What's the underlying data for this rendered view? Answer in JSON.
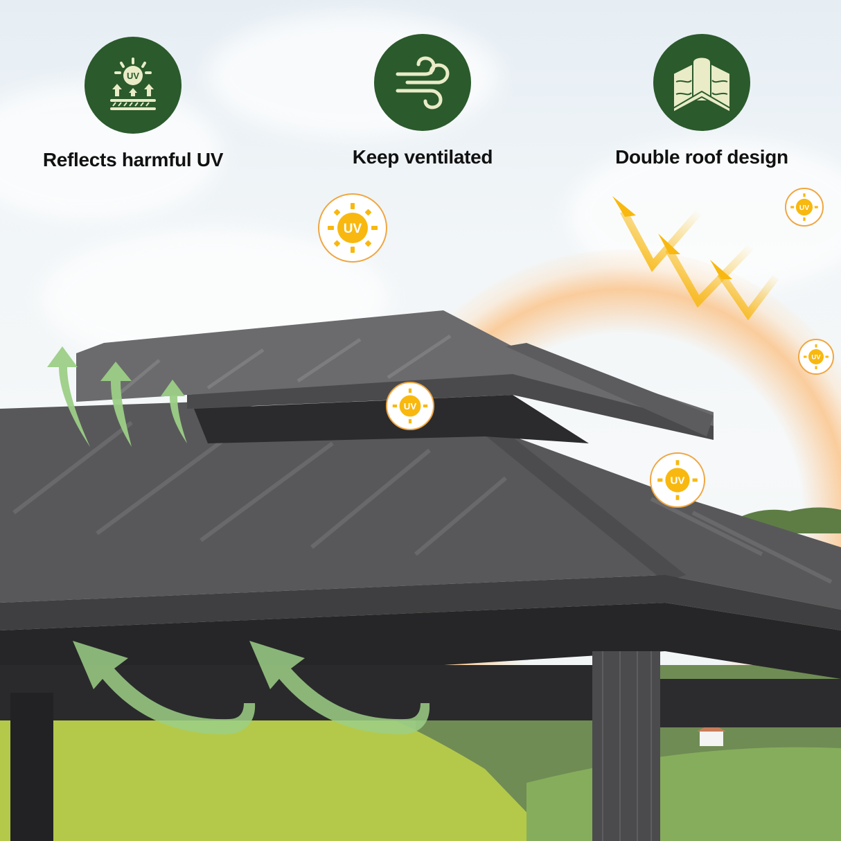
{
  "features": [
    {
      "label": "Reflects harmful UV",
      "icon": "uv-reflect-icon"
    },
    {
      "label": "Keep ventilated",
      "icon": "wind-icon"
    },
    {
      "label": "Double roof design",
      "icon": "double-roof-icon"
    }
  ],
  "uv_badge": {
    "text": "UV"
  },
  "colors": {
    "badge_green": "#2b5a2c",
    "icon_cream": "#e9ecc7",
    "uv_yellow": "#f8b80f",
    "uv_ring": "#f0a640",
    "airflow_green": "#9ccf86",
    "roof_gray": "#5a5a5c"
  }
}
